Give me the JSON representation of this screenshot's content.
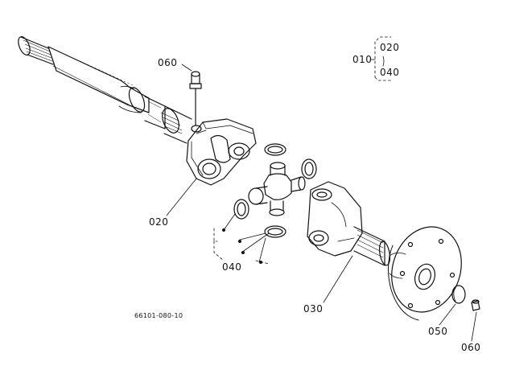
{
  "diagram": {
    "part_labels": {
      "p010": "010",
      "p020_top": "020",
      "p040_top": "040",
      "p060_top": "060",
      "p020": "020",
      "p040": "040",
      "p030": "030",
      "p050": "050",
      "p060_bottom": "060"
    },
    "drawing_number": "66101-080-10",
    "ink_color": "#111111"
  }
}
